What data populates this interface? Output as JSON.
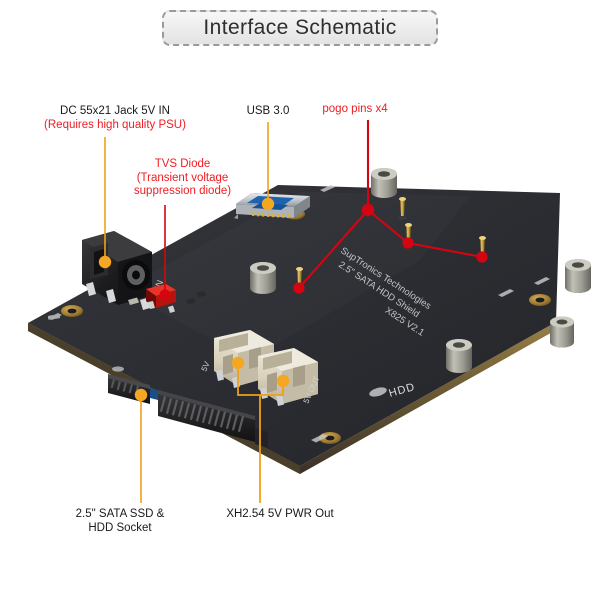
{
  "title": {
    "text": "Interface Schematic"
  },
  "colors": {
    "leader_orange": "#f0a018",
    "leader_red": "#d40511",
    "label_black": "#1a1a1a",
    "label_red": "#ee1d23",
    "pcb_dark": "#2b2d31",
    "pcb_edge_gold": "#8d7240",
    "connector_white": "#ddd6c2",
    "usb_silver": "#c9ccd2",
    "usb_blue": "#1d63b0",
    "standoff_silver": "#a6a59c",
    "pad_gold": "#b08a3c",
    "diode_red": "#cf1b14",
    "background": "#ffffff"
  },
  "callouts": [
    {
      "id": "dc-jack",
      "name": "dc-jack-callout",
      "line1": "DC 55x21 Jack 5V IN",
      "line2": "(Requires high quality PSU)",
      "line2_color": "red",
      "leader_color": "orange"
    },
    {
      "id": "tvs-diode",
      "name": "tvs-diode-callout",
      "line1": "TVS Diode",
      "line2": "(Transient voltage",
      "line3": "suppression diode)",
      "line1_color": "red",
      "leader_color": "red"
    },
    {
      "id": "usb3",
      "name": "usb-callout",
      "line1": "USB 3.0",
      "line1_color": "black",
      "leader_color": "orange"
    },
    {
      "id": "pogo-pins",
      "name": "pogo-pins-callout",
      "line1": "pogo pins x4",
      "line1_color": "red",
      "leader_color": "red"
    },
    {
      "id": "sata-socket",
      "name": "sata-socket-callout",
      "line1": "2.5\" SATA SSD &",
      "line2": "HDD Socket",
      "line1_color": "black",
      "leader_color": "orange"
    },
    {
      "id": "xh-power-out",
      "name": "xh-power-callout",
      "line1": "XH2.54 5V PWR Out",
      "line1_color": "black",
      "leader_color": "orange"
    }
  ],
  "board": {
    "silkscreen": {
      "brand": "SupTronics Technologies",
      "product": "2.5\" SATA HDD Shield",
      "model": "X825  V2.1",
      "hdd_led": "HDD",
      "dc_in": "IN",
      "pwr_5v_left": "5V",
      "pwr_5v_right": "5V OUT"
    },
    "components": [
      {
        "name": "dc-barrel-jack",
        "label": "DC 55x21 Jack 5V IN"
      },
      {
        "name": "tvs-diode",
        "label": "TVS Diode"
      },
      {
        "name": "usb3-connector",
        "label": "USB 3.0"
      },
      {
        "name": "pogo-pin",
        "label": "pogo pin",
        "count": 4
      },
      {
        "name": "xh254-connector",
        "label": "XH2.54 5V PWR Out",
        "count": 2
      },
      {
        "name": "sata-socket",
        "label": "2.5\" SATA SSD & HDD Socket"
      },
      {
        "name": "standoff",
        "label": "standoff",
        "count": 5
      }
    ]
  }
}
